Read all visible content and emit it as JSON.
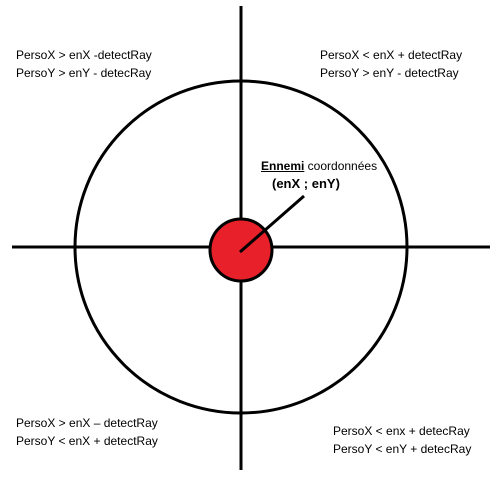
{
  "colors": {
    "enemy_fill": "#e8202a",
    "stroke": "#000000",
    "background": "#ffffff"
  },
  "quadrants": {
    "top_left": {
      "line1": "PersoX > enX -detectRay",
      "line2": "PersoY > enY - detecRay"
    },
    "top_right": {
      "line1": "PersoX < enX + detectRay",
      "line2": "PersoY > enY - detectRay"
    },
    "bottom_left": {
      "line1": "PersoX > enX – detectRay",
      "line2": "PersoY < enX + detectRay"
    },
    "bottom_right": {
      "line1": "PersoX < enx + detecRay",
      "line2": "PersoY < enY + detecRay"
    }
  },
  "center": {
    "enemy_word": "Ennemi",
    "label_rest": " coordonnées",
    "coords": "(enX ; enY)"
  }
}
